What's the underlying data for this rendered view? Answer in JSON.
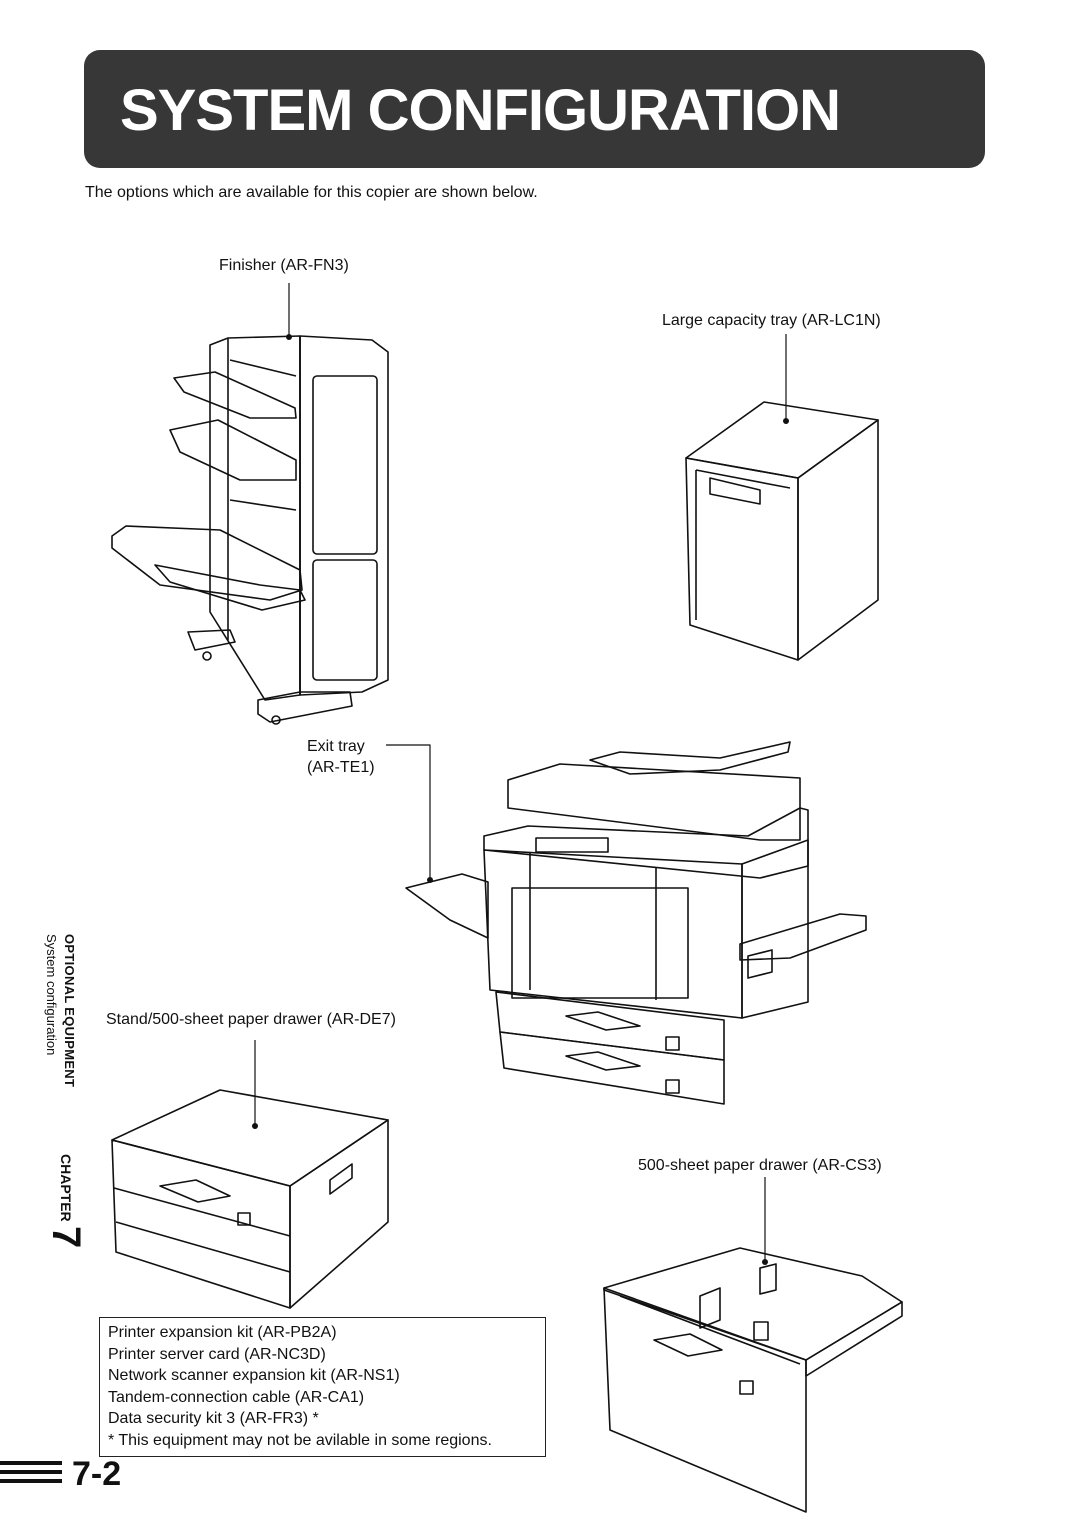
{
  "header": {
    "title": "SYSTEM CONFIGURATION"
  },
  "intro": "The options which are available for this copier are shown below.",
  "labels": {
    "finisher": "Finisher (AR-FN3)",
    "large_capacity_tray": "Large capacity tray (AR-LC1N)",
    "exit_tray_line1": "Exit tray",
    "exit_tray_line2": "(AR-TE1)",
    "stand_drawer": "Stand/500-sheet paper drawer (AR-DE7)",
    "paper_drawer": "500-sheet paper drawer (AR-CS3)"
  },
  "sidebar": {
    "section": "OPTIONAL EQUIPMENT",
    "subsection": "System configuration",
    "chapter_label": "CHAPTER",
    "chapter_number": "7"
  },
  "options_box": {
    "items": [
      "Printer expansion kit (AR-PB2A)",
      "Printer server card (AR-NC3D)",
      "Network scanner expansion kit (AR-NS1)",
      "Tandem-connection cable (AR-CA1)",
      "Data security kit 3 (AR-FR3) *",
      "* This equipment may not be avilable in some regions."
    ]
  },
  "footer": {
    "page_number": "7-2"
  }
}
